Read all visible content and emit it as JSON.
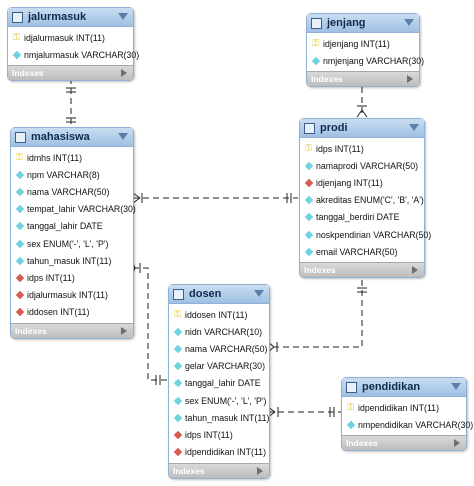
{
  "tables": {
    "jalurmasuk": {
      "name": "jalurmasuk",
      "fields": [
        {
          "text": "idjalurmasuk INT(11)",
          "icon": "key"
        },
        {
          "text": "nmjalurmasuk VARCHAR(30)",
          "icon": "column"
        }
      ],
      "indexes_label": "Indexes"
    },
    "jenjang": {
      "name": "jenjang",
      "fields": [
        {
          "text": "idjenjang INT(11)",
          "icon": "key"
        },
        {
          "text": "nmjenjang VARCHAR(30)",
          "icon": "column"
        }
      ],
      "indexes_label": "Indexes"
    },
    "mahasiswa": {
      "name": "mahasiswa",
      "fields": [
        {
          "text": "idmhs INT(11)",
          "icon": "key"
        },
        {
          "text": "npm VARCHAR(8)",
          "icon": "column"
        },
        {
          "text": "nama VARCHAR(50)",
          "icon": "column"
        },
        {
          "text": "tempat_lahir VARCHAR(30)",
          "icon": "column"
        },
        {
          "text": "tanggal_lahir DATE",
          "icon": "column"
        },
        {
          "text": "sex ENUM('-', 'L', 'P')",
          "icon": "column"
        },
        {
          "text": "tahun_masuk INT(11)",
          "icon": "column"
        },
        {
          "text": "idps INT(11)",
          "icon": "foreign-key"
        },
        {
          "text": "idjalurmasuk INT(11)",
          "icon": "foreign-key"
        },
        {
          "text": "iddosen INT(11)",
          "icon": "foreign-key"
        }
      ],
      "indexes_label": "Indexes"
    },
    "prodi": {
      "name": "prodi",
      "fields": [
        {
          "text": "idps INT(11)",
          "icon": "key"
        },
        {
          "text": "namaprodi VARCHAR(50)",
          "icon": "column"
        },
        {
          "text": "idjenjang INT(11)",
          "icon": "foreign-key"
        },
        {
          "text": "akreditas ENUM('C', 'B', 'A')",
          "icon": "column"
        },
        {
          "text": "tanggal_berdiri DATE",
          "icon": "column"
        },
        {
          "text": "noskpendirian VARCHAR(50)",
          "icon": "column"
        },
        {
          "text": "email VARCHAR(50)",
          "icon": "column"
        }
      ],
      "indexes_label": "Indexes"
    },
    "dosen": {
      "name": "dosen",
      "fields": [
        {
          "text": "iddosen INT(11)",
          "icon": "key"
        },
        {
          "text": "nidn VARCHAR(10)",
          "icon": "column"
        },
        {
          "text": "nama VARCHAR(50)",
          "icon": "column"
        },
        {
          "text": "gelar VARCHAR(30)",
          "icon": "column"
        },
        {
          "text": "tanggal_lahir DATE",
          "icon": "column"
        },
        {
          "text": "sex ENUM('-', 'L', 'P')",
          "icon": "column"
        },
        {
          "text": "tahun_masuk INT(11)",
          "icon": "column"
        },
        {
          "text": "idps INT(11)",
          "icon": "foreign-key"
        },
        {
          "text": "idpendidikan INT(11)",
          "icon": "foreign-key"
        }
      ],
      "indexes_label": "Indexes"
    },
    "pendidikan": {
      "name": "pendidikan",
      "fields": [
        {
          "text": "idpendidikan INT(11)",
          "icon": "key"
        },
        {
          "text": "nmpendidikan VARCHAR(30)",
          "icon": "column"
        }
      ],
      "indexes_label": "Indexes"
    }
  },
  "colors": {
    "header": "#9fc0e3",
    "key": "#e5c21f",
    "column": "#6fd3df",
    "foreign_key": "#d65c52",
    "line": "#222222"
  }
}
